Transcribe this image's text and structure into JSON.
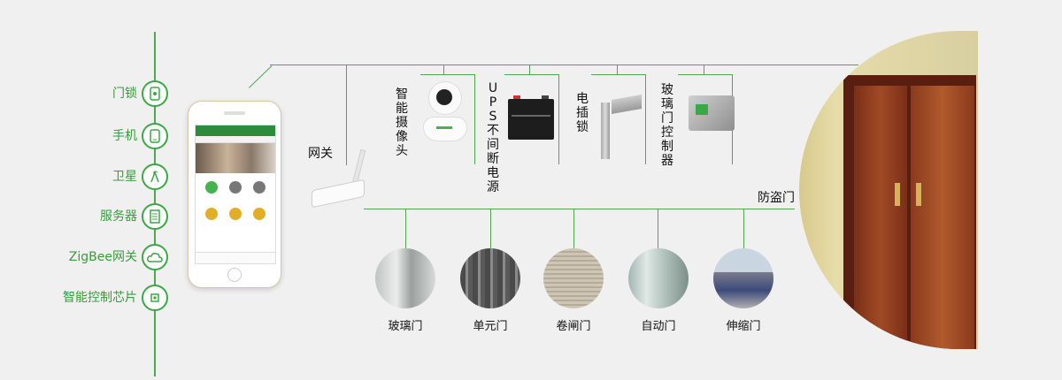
{
  "left_features": [
    {
      "label": "门锁",
      "icon": "lock-icon"
    },
    {
      "label": "手机",
      "icon": "phone-icon"
    },
    {
      "label": "卫星",
      "icon": "satellite-icon"
    },
    {
      "label": "服务器",
      "icon": "server-icon"
    },
    {
      "label": "ZigBee网关",
      "icon": "cloud-icon"
    },
    {
      "label": "智能控制芯片",
      "icon": "chip-icon"
    }
  ],
  "gateway_label": "网关",
  "top_devices": [
    {
      "label": "智能摄像头"
    },
    {
      "label": "UPS不间断电源"
    },
    {
      "label": "电插锁"
    },
    {
      "label": "玻璃门控制器"
    }
  ],
  "anti_theft_label": "防盗门",
  "bottom_doors": [
    {
      "label": "玻璃门"
    },
    {
      "label": "单元门"
    },
    {
      "label": "卷闸门"
    },
    {
      "label": "自动门"
    },
    {
      "label": "伸缩门"
    }
  ],
  "accent_color": "#4fa84f"
}
